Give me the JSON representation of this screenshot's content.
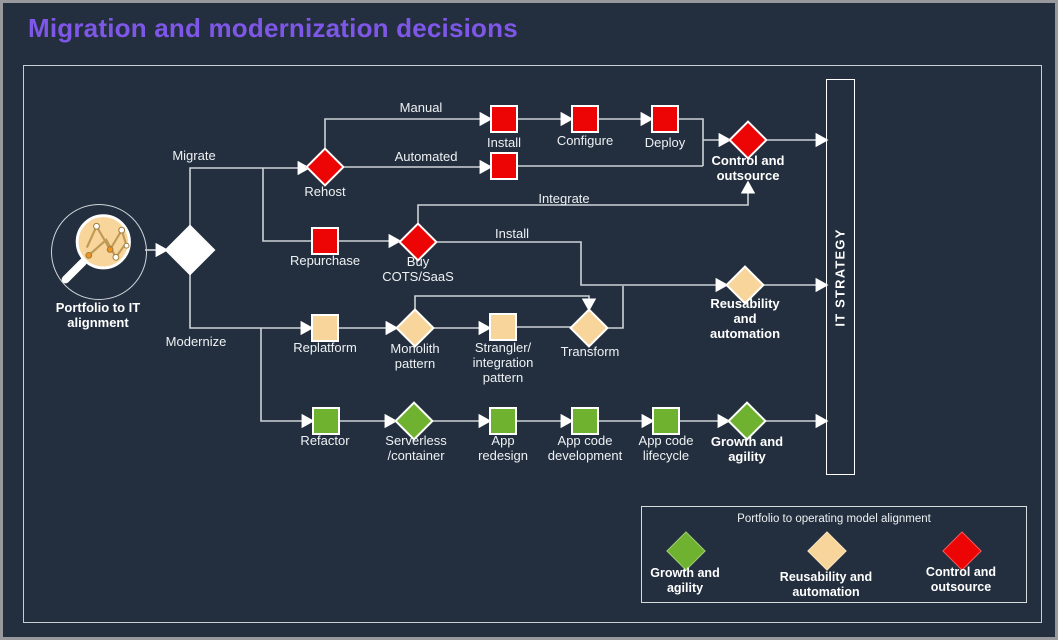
{
  "title": "Migration and modernization decisions",
  "colors": {
    "background": "#232f3e",
    "title": "#7f57e8",
    "red": "#ed0404",
    "tan": "#f8d69b",
    "green": "#6eb22f",
    "line": "#ccd2d6",
    "white": "#ffffff"
  },
  "start": {
    "label": "Portfolio to IT alignment",
    "icon": "magnifier-network-icon"
  },
  "edge_labels": {
    "migrate": "Migrate",
    "modernize": "Modernize",
    "manual": "Manual",
    "automated": "Automated",
    "integrate": "Integrate",
    "install": "Install"
  },
  "nodes": {
    "rehost": {
      "label": "Rehost",
      "shape": "diamond",
      "color": "red"
    },
    "install": {
      "label": "Install",
      "shape": "square",
      "color": "red"
    },
    "configure": {
      "label": "Configure",
      "shape": "square",
      "color": "red"
    },
    "deploy": {
      "label": "Deploy",
      "shape": "square",
      "color": "red"
    },
    "control": {
      "label": "Control and outsource",
      "shape": "diamond",
      "color": "red"
    },
    "repurchase": {
      "label": "Repurchase",
      "shape": "square",
      "color": "red"
    },
    "buycots": {
      "label": "Buy COTS/SaaS",
      "shape": "diamond",
      "color": "red"
    },
    "reusability": {
      "label": "Reusability and automation",
      "shape": "diamond",
      "color": "tan"
    },
    "replatform": {
      "label": "Replatform",
      "shape": "square",
      "color": "tan"
    },
    "monolith": {
      "label": "Monolith pattern",
      "shape": "diamond",
      "color": "tan"
    },
    "strangler": {
      "label": "Strangler/ integration pattern",
      "shape": "square",
      "color": "tan"
    },
    "transform": {
      "label": "Transform",
      "shape": "diamond",
      "color": "tan"
    },
    "refactor": {
      "label": "Refactor",
      "shape": "square",
      "color": "green"
    },
    "serverless": {
      "label": "Serverless /container",
      "shape": "diamond",
      "color": "green"
    },
    "appredesign": {
      "label": "App redesign",
      "shape": "square",
      "color": "green"
    },
    "appcodedev": {
      "label": "App code development",
      "shape": "square",
      "color": "green"
    },
    "applifecycle": {
      "label": "App code lifecycle",
      "shape": "square",
      "color": "green"
    },
    "growth": {
      "label": "Growth and agility",
      "shape": "diamond",
      "color": "green"
    }
  },
  "it_strategy": {
    "label": "IT STRATEGY"
  },
  "legend": {
    "title": "Portfolio to operating model alignment",
    "items": [
      {
        "label": "Growth and agility",
        "color": "green"
      },
      {
        "label": "Reusability and automation",
        "color": "tan"
      },
      {
        "label": "Control and outsource",
        "color": "red"
      }
    ]
  }
}
